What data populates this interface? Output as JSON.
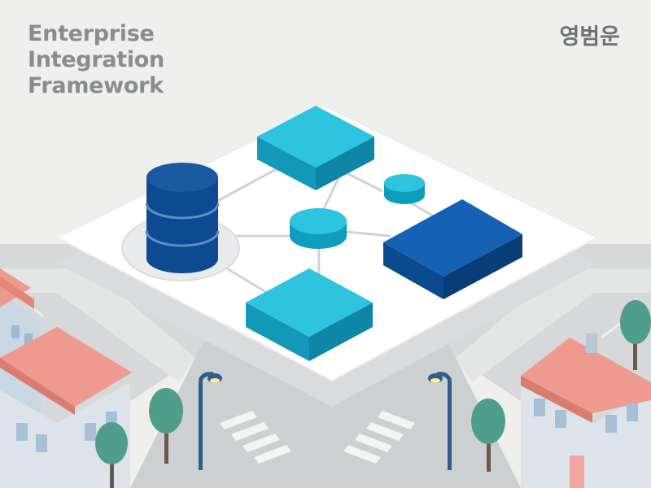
{
  "title": {
    "lines": [
      "Enterprise",
      "Integration",
      "Framework"
    ]
  },
  "brand": "영범운",
  "colors": {
    "background": "#efefee",
    "platform": "#ffffff",
    "cyan_node": "#12b3d3",
    "navy_node": "#0d4a8f",
    "royal_node": "#0c5aa6",
    "road": "#cfd1d2",
    "roof": "#ee9a8f",
    "building_wall": "#dde3ea",
    "tree": "#4f9e8c",
    "lamp": "#2e5f8c",
    "title_text": "#8a8d8f"
  },
  "icons": [
    "database-icon",
    "module-block-icon",
    "hub-node-icon",
    "server-block-icon",
    "street-lamp-icon",
    "tree-icon",
    "building-icon"
  ]
}
